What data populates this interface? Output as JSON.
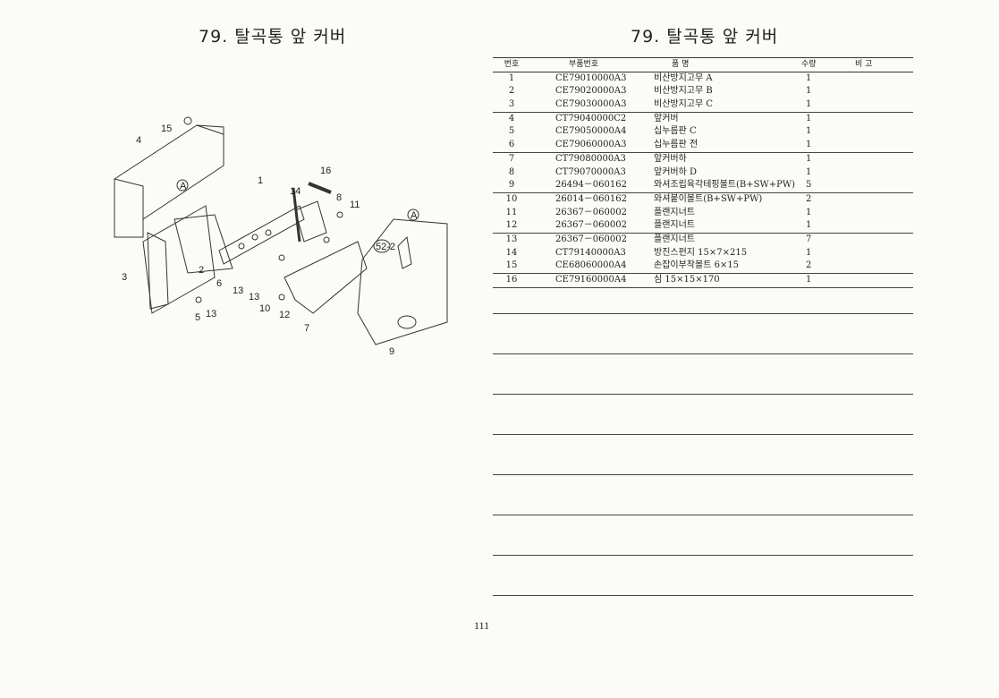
{
  "left_title": "79. 탈곡통 앞 커버",
  "right_title": "79. 탈곡통 앞 커버",
  "diagram_labels": [
    "15",
    "4",
    "16",
    "1",
    "14",
    "8",
    "11",
    "A",
    "A",
    "52-2",
    "3",
    "2",
    "6",
    "13",
    "13",
    "5",
    "13",
    "10",
    "12",
    "7",
    "9"
  ],
  "table": {
    "headers": [
      "번호",
      "부품번호",
      "품    명",
      "수량",
      "비  고"
    ],
    "rows": [
      [
        "1",
        "CE79010000A3",
        "비산방지고무 A",
        "1"
      ],
      [
        "2",
        "CE79020000A3",
        "비산방지고무 B",
        "1"
      ],
      [
        "3",
        "CE79030000A3",
        "비산방지고무 C",
        "1"
      ],
      [
        "4",
        "CT79040000C2",
        "앞커버",
        "1"
      ],
      [
        "5",
        "CE79050000A4",
        "십누름판 C",
        "1"
      ],
      [
        "6",
        "CE79060000A3",
        "십누름판 전",
        "1"
      ],
      [
        "7",
        "CT79080000A3",
        "앞커버하",
        "1"
      ],
      [
        "8",
        "CT79070000A3",
        "앞커버하 D",
        "1"
      ],
      [
        "9",
        "26494－060162",
        "와셔조립육각테핑볼트(B+SW+PW)",
        "5"
      ],
      [
        "10",
        "26014－060162",
        "와셔붙이볼트(B+SW+PW)",
        "2"
      ],
      [
        "11",
        "26367－060002",
        "플랜지너트",
        "1"
      ],
      [
        "12",
        "26367－060002",
        "플랜지너트",
        "1"
      ],
      [
        "13",
        "26367－060002",
        "플랜지너트",
        "7"
      ],
      [
        "14",
        "CT79140000A3",
        "방진스펀지 15×7×215",
        "1"
      ],
      [
        "15",
        "CE68060000A4",
        "손잡이부착볼트 6×15",
        "2"
      ],
      [
        "16",
        "CE79160000A4",
        "심 15×15×170",
        "1"
      ]
    ]
  },
  "page_number": "111"
}
